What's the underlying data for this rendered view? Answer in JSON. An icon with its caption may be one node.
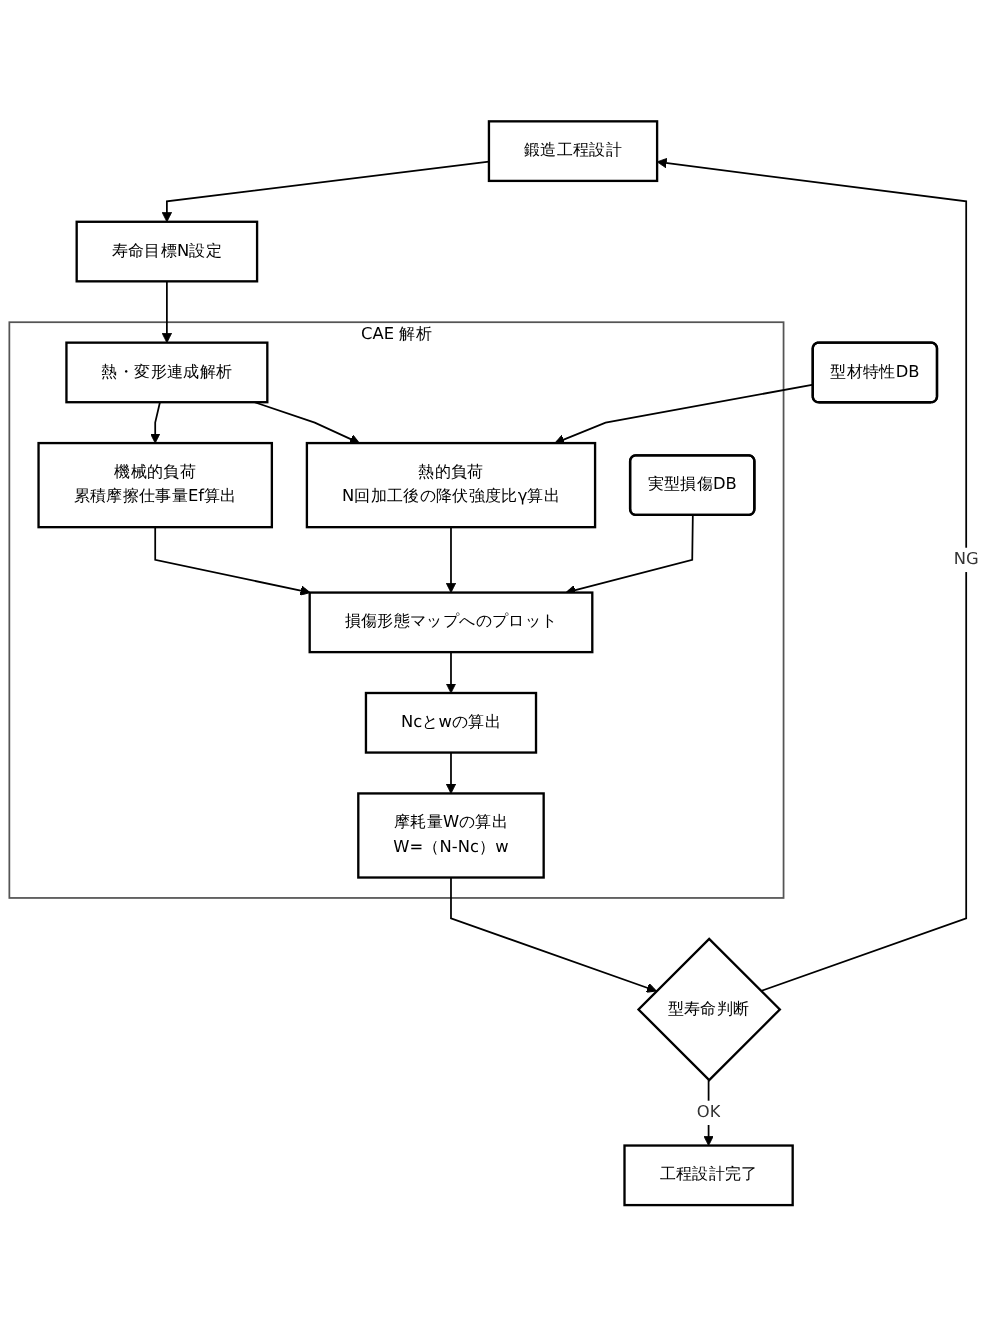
{
  "diagram": {
    "nodes": [
      {
        "text": [
          "鍛造工程設計"
        ]
      },
      {
        "text": [
          "寿命目標N設定"
        ]
      },
      {
        "text": [
          "CAE 解析"
        ]
      },
      {
        "text": [
          "型材特性DB"
        ]
      },
      {
        "text": [
          "熱・変形連成解析"
        ],
        "in": 2
      },
      {
        "text": [
          "機械的負荷",
          "累積摩擦仕事量Ef算出"
        ],
        "in": 2
      },
      {
        "text": [
          "熱的負荷",
          "N回加工後の降伏強度比γ算出"
        ],
        "in": 2
      },
      {
        "text": [
          "損傷形態マップへのプロット"
        ],
        "in": 2
      },
      {
        "text": [
          "実型損傷DB"
        ],
        "in": 2
      },
      {
        "text": [
          "Ncとwの算出"
        ],
        "in": 2
      },
      {
        "text": [
          "摩耗量Wの算出",
          "W=（N-Nc）w"
        ],
        "in": 2
      },
      {
        "text": [
          "型寿命判断"
        ]
      },
      {
        "text": [
          "工程設計完了"
        ]
      }
    ],
    "edges": [
      {
        "from": 0,
        "to": 1,
        "arrow": "to"
      },
      {
        "from": 1,
        "to": 4,
        "arrow": "to"
      },
      {
        "from": 4,
        "to": 5,
        "arrow": "to"
      },
      {
        "from": 4,
        "to": 6,
        "arrow": "to"
      },
      {
        "from": 3,
        "to": 6,
        "arrow": "to"
      },
      {
        "from": 5,
        "to": 7,
        "arrow": "to"
      },
      {
        "from": 6,
        "to": 7,
        "arrow": "to"
      },
      {
        "from": 8,
        "to": 7,
        "arrow": "to"
      },
      {
        "from": 7,
        "to": 9,
        "arrow": "to"
      },
      {
        "from": 9,
        "to": 10,
        "arrow": "to"
      },
      {
        "from": 10,
        "to": 11,
        "arrow": "to"
      },
      {
        "from": 11,
        "to": 0,
        "label": "NG",
        "arrow": "to"
      },
      {
        "from": 11,
        "to": 12,
        "label": "OK",
        "arrow": "to"
      }
    ]
  }
}
